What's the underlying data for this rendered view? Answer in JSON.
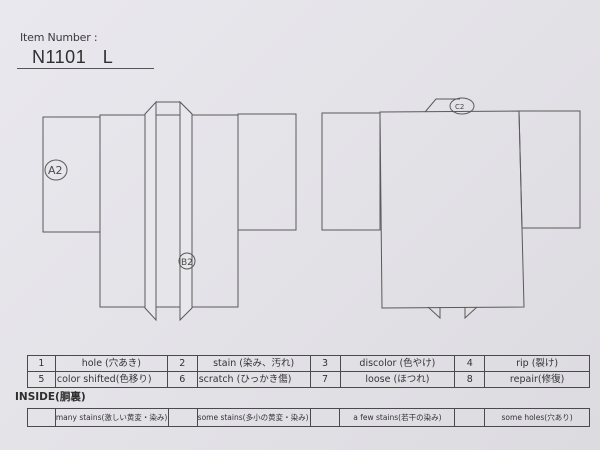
{
  "header": {
    "item_number_label": "Item Number :",
    "item_number_value": "N1101   L"
  },
  "diagrams": {
    "front": {
      "view": "front",
      "annotations": [
        {
          "id": "A2",
          "label": "A2"
        },
        {
          "id": "B2",
          "label": "B2"
        }
      ]
    },
    "back": {
      "view": "back",
      "annotations": [
        {
          "id": "C2",
          "label": "C2"
        }
      ]
    }
  },
  "damage_legend": {
    "rows": [
      [
        {
          "code": "1",
          "label": "hole (穴あき)"
        },
        {
          "code": "2",
          "label": "stain (染み、汚れ)"
        },
        {
          "code": "3",
          "label": "discolor (色やけ)"
        },
        {
          "code": "4",
          "label": "rip (裂け)"
        }
      ],
      [
        {
          "code": "5",
          "label": "color shifted(色移り)"
        },
        {
          "code": "6",
          "label": "scratch (ひっかき傷)"
        },
        {
          "code": "7",
          "label": "loose (ほつれ)"
        },
        {
          "code": "8",
          "label": "repair(修復)"
        }
      ]
    ]
  },
  "inside": {
    "label": "INSIDE(胴裏)",
    "options": [
      {
        "checkbox": "",
        "label": "many stains(激しい黄変・染み)"
      },
      {
        "checkbox": "",
        "label": "some stains(多小の黄変・染み)"
      },
      {
        "checkbox": "",
        "label": "a few stains(若干の染み)"
      },
      {
        "checkbox": "",
        "label": "some holes(穴あり)"
      }
    ]
  },
  "colors": {
    "paper": "#e6e5ea",
    "line": "#555555",
    "text": "#333333"
  }
}
